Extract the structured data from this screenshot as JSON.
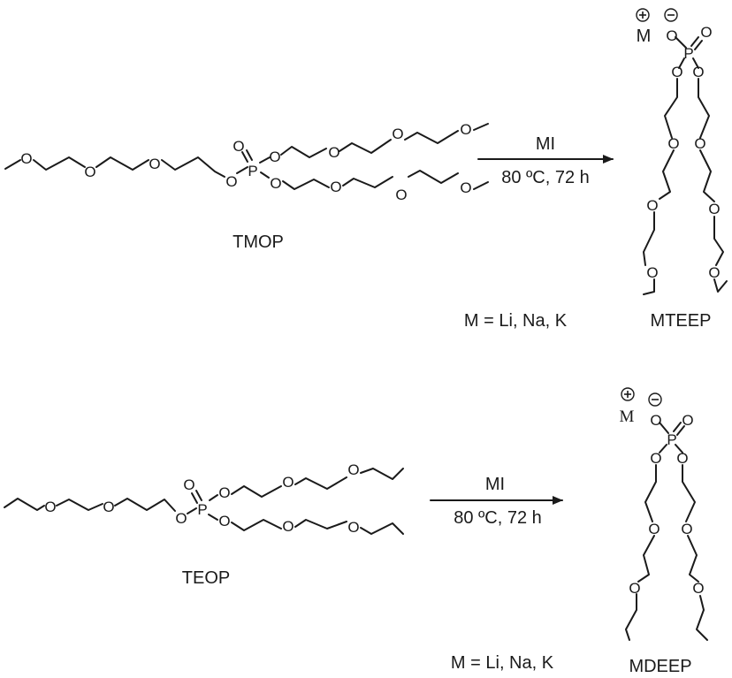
{
  "atoms": {
    "oxygen": "O",
    "phosphorus": "P",
    "metal": "M"
  },
  "reaction_1": {
    "reagent": "MI",
    "conditions": "80 ºC, 72 h",
    "reactant_name": "TMOP",
    "product_name": "MTEEP",
    "metals_note": "M = Li, Na, K"
  },
  "reaction_2": {
    "reagent": "MI",
    "conditions": "80 ºC, 72 h",
    "reactant_name": "TEOP",
    "product_name": "MDEEP",
    "metals_note": "M = Li, Na, K"
  },
  "icons": {
    "cation": "plus-circle-icon",
    "anion": "minus-circle-icon"
  }
}
